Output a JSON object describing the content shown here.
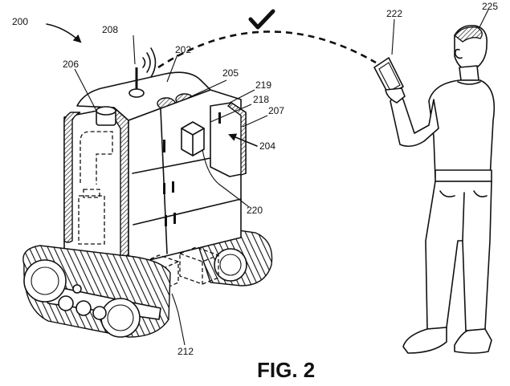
{
  "figure": {
    "caption": "FIG. 2",
    "labels": {
      "system": "200",
      "robot_body": "202",
      "compartment_door_arrow": "204",
      "speaker": "205",
      "light": "206",
      "door": "207",
      "antenna": "208",
      "delivery_area": "212",
      "storage_interior": "218",
      "compartment": "219",
      "package": "220",
      "mobile_device": "222",
      "user": "225"
    }
  }
}
